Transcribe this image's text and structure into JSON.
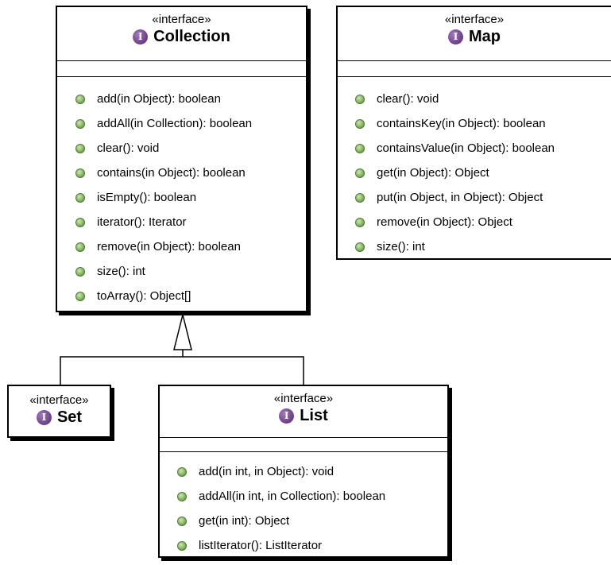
{
  "stereotype": "«interface»",
  "interface_badge_letter": "I",
  "collection": {
    "name": "Collection",
    "operations": [
      "add(in Object): boolean",
      "addAll(in Collection): boolean",
      "clear(): void",
      "contains(in Object): boolean",
      "isEmpty(): boolean",
      "iterator(): Iterator",
      "remove(in Object): boolean",
      "size(): int",
      "toArray(): Object[]"
    ]
  },
  "map": {
    "name": "Map",
    "operations": [
      "clear(): void",
      "containsKey(in Object): boolean",
      "containsValue(in Object): boolean",
      "get(in Object): Object",
      "put(in Object, in Object): Object",
      "remove(in Object): Object",
      "size(): int"
    ]
  },
  "set": {
    "name": "Set"
  },
  "list": {
    "name": "List",
    "operations": [
      "add(in int, in Object): void",
      "addAll(in int, in Collection): boolean",
      "get(in int): Object",
      "listIterator(): ListIterator"
    ]
  }
}
